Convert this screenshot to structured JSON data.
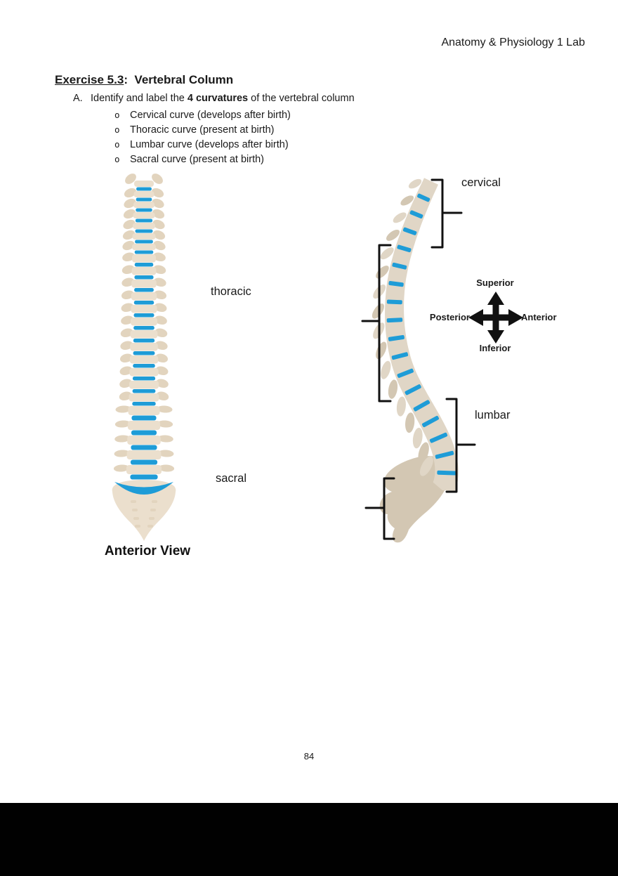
{
  "header": {
    "title": "Anatomy & Physiology 1 Lab"
  },
  "exercise": {
    "title_underlined": "Exercise 5.3",
    "title_rest": ":  Vertebral Column",
    "item_marker": "A.",
    "item_prefix": "Identify and label the ",
    "item_bold": "4 curvatures",
    "item_suffix": " of the vertebral column",
    "bullet_marker": "o",
    "bullets": [
      "Cervical curve (develops after birth)",
      "Thoracic curve (present at birth)",
      "Lumbar curve (develops after birth)",
      "Sacral curve (present at birth)"
    ]
  },
  "figure": {
    "anterior_caption": "Anterior View",
    "labels": {
      "cervical": "cervical",
      "thoracic": "thoracic",
      "lumbar": "lumbar",
      "sacral": "sacral"
    },
    "compass": {
      "up": "Superior",
      "down": "Inferior",
      "left": "Posterior",
      "right": "Anterior"
    },
    "colors": {
      "bone": "#EBDFCD",
      "bone_shade": "#E2D4BE",
      "lat_bone": "#E0D6C6",
      "lat_shade": "#D3C7B3",
      "disc": "#1E9CD7",
      "bracket": "#111111",
      "compass_arrow": "#111111"
    }
  },
  "footer": {
    "page_number": "84"
  }
}
